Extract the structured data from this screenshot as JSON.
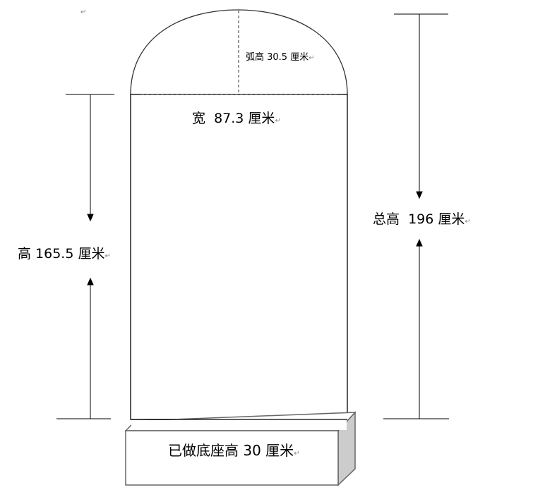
{
  "paragraph_mark": "↵",
  "labels": {
    "arc_height": "弧高 30.5 厘米",
    "width": "宽  87.3 厘米",
    "body_height": "高 165.5 厘米",
    "total_height": "总高  196 厘米",
    "base": "已做底座高 30 厘米"
  },
  "colors": {
    "line": "#000000",
    "base_edge": "#666666",
    "base_side": "#cccccc"
  }
}
